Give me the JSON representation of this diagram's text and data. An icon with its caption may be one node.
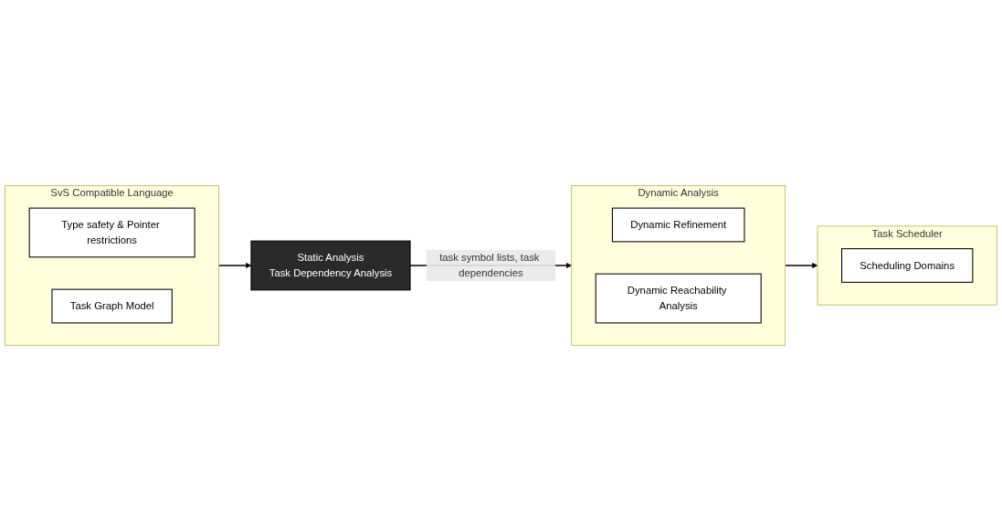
{
  "diagram": {
    "nodes": [
      {
        "text": [
          "SvS Compatible Language"
        ]
      },
      {
        "text": [
          "Type safety & Pointer restrictions"
        ],
        "in": 0
      },
      {
        "text": [
          "Task Graph Model"
        ],
        "in": 0
      },
      {
        "text": [
          "Static Analysis",
          "Task Dependency Analysis"
        ]
      },
      {
        "text": [
          "Task Scheduler"
        ]
      },
      {
        "text": [
          "Scheduling Domains"
        ],
        "in": 4
      },
      {
        "text": [
          "Dynamic Analysis"
        ]
      },
      {
        "text": [
          "Dynamic Refinement"
        ],
        "in": 6
      },
      {
        "text": [
          "Dynamic Reachability Analysis"
        ],
        "in": 6
      }
    ],
    "edges": [
      {
        "from": 0,
        "to": 3,
        "arrow": "to"
      },
      {
        "from": 3,
        "to": 6,
        "arrow": "to",
        "label": "task symbol lists, task dependencies"
      },
      {
        "from": 6,
        "to": 4,
        "arrow": "to"
      }
    ]
  }
}
